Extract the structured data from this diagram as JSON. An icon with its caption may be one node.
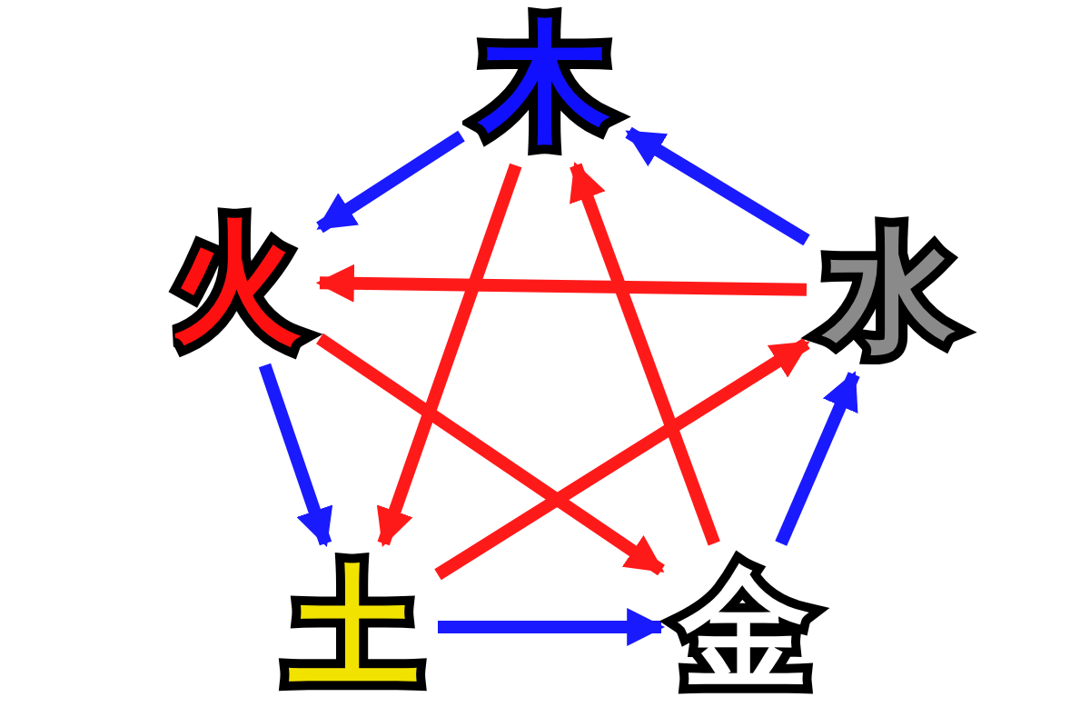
{
  "diagram": {
    "nodes": [
      {
        "text": [
          "木"
        ]
      },
      {
        "text": [
          "火"
        ]
      },
      {
        "text": [
          "土"
        ]
      },
      {
        "text": [
          "金"
        ]
      },
      {
        "text": [
          "水"
        ]
      }
    ],
    "edges": [
      {
        "from": 0,
        "to": 1,
        "arrow": "to",
        "color": "#1a1aff"
      },
      {
        "from": 1,
        "to": 2,
        "arrow": "to",
        "color": "#1a1aff"
      },
      {
        "from": 2,
        "to": 3,
        "arrow": "to",
        "color": "#1a1aff"
      },
      {
        "from": 3,
        "to": 4,
        "arrow": "to",
        "color": "#1a1aff"
      },
      {
        "from": 4,
        "to": 0,
        "arrow": "to",
        "color": "#1a1aff"
      },
      {
        "from": 0,
        "to": 2,
        "arrow": "to",
        "color": "#ff1a1a"
      },
      {
        "from": 2,
        "to": 4,
        "arrow": "to",
        "color": "#ff1a1a"
      },
      {
        "from": 4,
        "to": 1,
        "arrow": "to",
        "color": "#ff1a1a"
      },
      {
        "from": 1,
        "to": 3,
        "arrow": "to",
        "color": "#ff1a1a"
      },
      {
        "from": 3,
        "to": 0,
        "arrow": "to",
        "color": "#ff1a1a"
      }
    ]
  }
}
